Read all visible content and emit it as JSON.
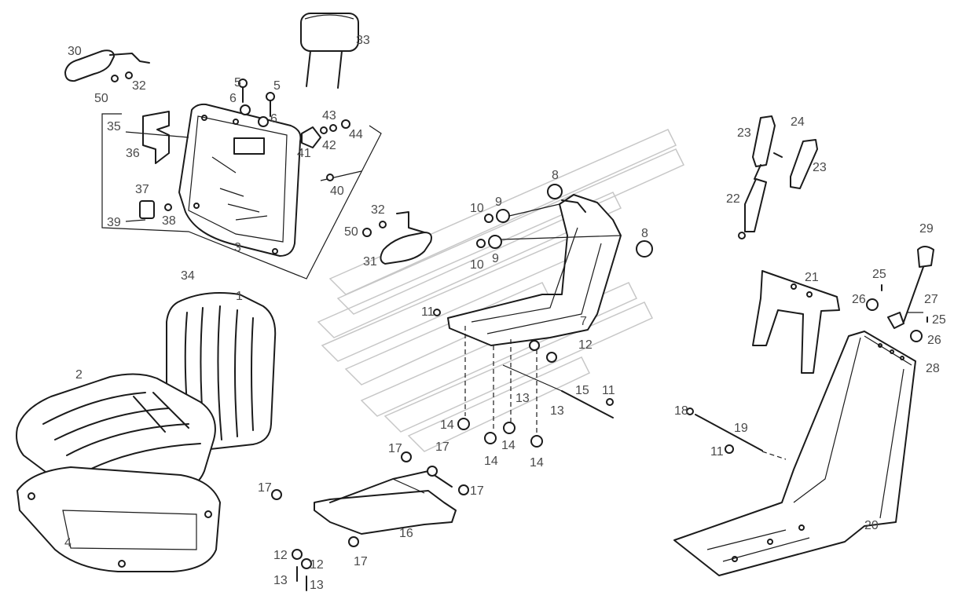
{
  "diagram": {
    "callouts": [
      "30",
      "32",
      "50",
      "33",
      "5",
      "5",
      "6",
      "6",
      "35",
      "36",
      "41",
      "43",
      "42",
      "44",
      "40",
      "37",
      "39",
      "38",
      "3",
      "34",
      "1",
      "2",
      "4",
      "32",
      "50",
      "31",
      "8",
      "9",
      "10",
      "9",
      "10",
      "8",
      "11",
      "7",
      "12",
      "13",
      "15",
      "11",
      "13",
      "14",
      "14",
      "14",
      "14",
      "23",
      "24",
      "23",
      "22",
      "29",
      "21",
      "25",
      "26",
      "27",
      "25",
      "26",
      "28",
      "18",
      "19",
      "11",
      "20",
      "17",
      "17",
      "17",
      "17",
      "16",
      "12",
      "12",
      "17",
      "13",
      "13"
    ]
  }
}
